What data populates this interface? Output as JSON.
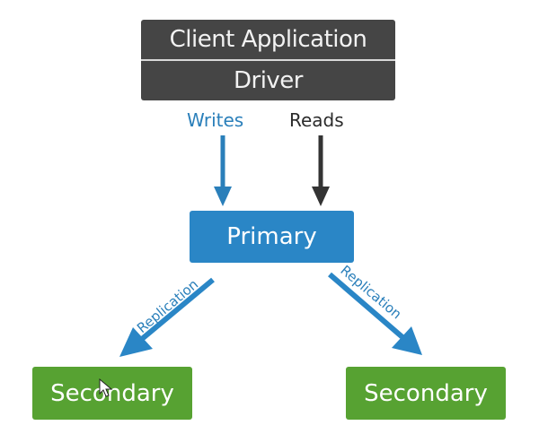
{
  "diagram": {
    "client_box": {
      "app_label": "Client Application",
      "driver_label": "Driver"
    },
    "edges": {
      "writes_label": "Writes",
      "reads_label": "Reads",
      "replication_left_label": "Replication",
      "replication_right_label": "Replication"
    },
    "primary_label": "Primary",
    "secondaries": [
      {
        "label": "Secondary"
      },
      {
        "label": "Secondary"
      }
    ],
    "colors": {
      "client": "#454545",
      "primary": "#2a86c6",
      "secondary": "#57a232",
      "writes_arrow": "#2a7fba",
      "reads_arrow": "#333333"
    }
  }
}
